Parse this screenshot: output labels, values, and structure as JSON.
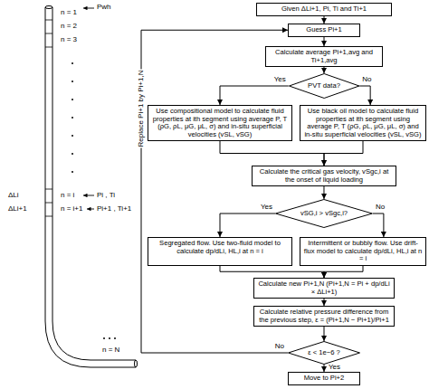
{
  "diagram": {
    "nodes": [
      {
        "text": [
          "Given ΔLi+1, Pi, Ti and Ti+1"
        ]
      },
      {
        "text": [
          "Guess Pi+1"
        ]
      },
      {
        "text": [
          "Calculate average Pi+1,avg and Ti+1,avg"
        ]
      },
      {
        "text": [
          "PVT data?"
        ]
      },
      {
        "text": [
          "Use compositional model to calculate fluid properties at ith segment using average P, T (ρG, ρL, μG, μL, σ) and in-situ superficial velocities (vSL, vSG)"
        ]
      },
      {
        "text": [
          "Use black oil model to calculate fluid properties at ith segment using average P, T (ρG, ρL, μG, μL, σ) and in-situ superficial velocities (vSL, vSG)"
        ]
      },
      {
        "text": [
          "Calculate the critical gas velocity, vSgc,i at the onset of liquid loading"
        ]
      },
      {
        "text": [
          "vSG,i > vSgc,i?"
        ]
      },
      {
        "text": [
          "Segregated flow. Use two-fluid model to calculate dp/dLi, HL,i at n = i"
        ]
      },
      {
        "text": [
          "Intermittent or bubbly flow. Use drift-flux model to calculate dp/dLi, HL,i at n = i"
        ]
      },
      {
        "text": [
          "Calculate new Pi+1,N (Pi+1,N = Pi + dp/dLi × ΔLi+1)"
        ]
      },
      {
        "text": [
          "Calculate relative pressure difference from the previous step, ε = (Pi+1,N − Pi+1)/Pi+1"
        ]
      },
      {
        "text": [
          "ε < 1e−6 ?"
        ]
      },
      {
        "text": [
          "Move to Pi+2"
        ]
      }
    ],
    "edges": [
      {
        "from": 0,
        "to": 1,
        "arrow": "to"
      },
      {
        "from": 1,
        "to": 2,
        "arrow": "to"
      },
      {
        "from": 2,
        "to": 3,
        "arrow": "to"
      },
      {
        "from": 3,
        "to": 4,
        "label": "Yes",
        "arrow": "to"
      },
      {
        "from": 3,
        "to": 5,
        "label": "No",
        "arrow": "to"
      },
      {
        "from": 4,
        "to": 6,
        "arrow": "to"
      },
      {
        "from": 5,
        "to": 6,
        "arrow": "to"
      },
      {
        "from": 6,
        "to": 7,
        "arrow": "to"
      },
      {
        "from": 7,
        "to": 8,
        "label": "Yes",
        "arrow": "to"
      },
      {
        "from": 7,
        "to": 9,
        "label": "No",
        "arrow": "to"
      },
      {
        "from": 8,
        "to": 10,
        "arrow": "to"
      },
      {
        "from": 9,
        "to": 10,
        "arrow": "to"
      },
      {
        "from": 10,
        "to": 11,
        "arrow": "to"
      },
      {
        "from": 11,
        "to": 12,
        "arrow": "to"
      },
      {
        "from": 12,
        "to": 1,
        "label": "No",
        "arrow": "to"
      },
      {
        "from": 12,
        "to": 13,
        "label": "Yes",
        "arrow": "to"
      }
    ],
    "labels": [
      "n = 1",
      "Pwh",
      "n = 2",
      "n = 3",
      "ΔLi",
      "n = i",
      "Pi , Ti",
      "ΔLi+1",
      "n = i+1",
      "Pi+1 , Ti+1",
      "n = N",
      "Replace Pi+1 by Pi+1,N"
    ]
  }
}
